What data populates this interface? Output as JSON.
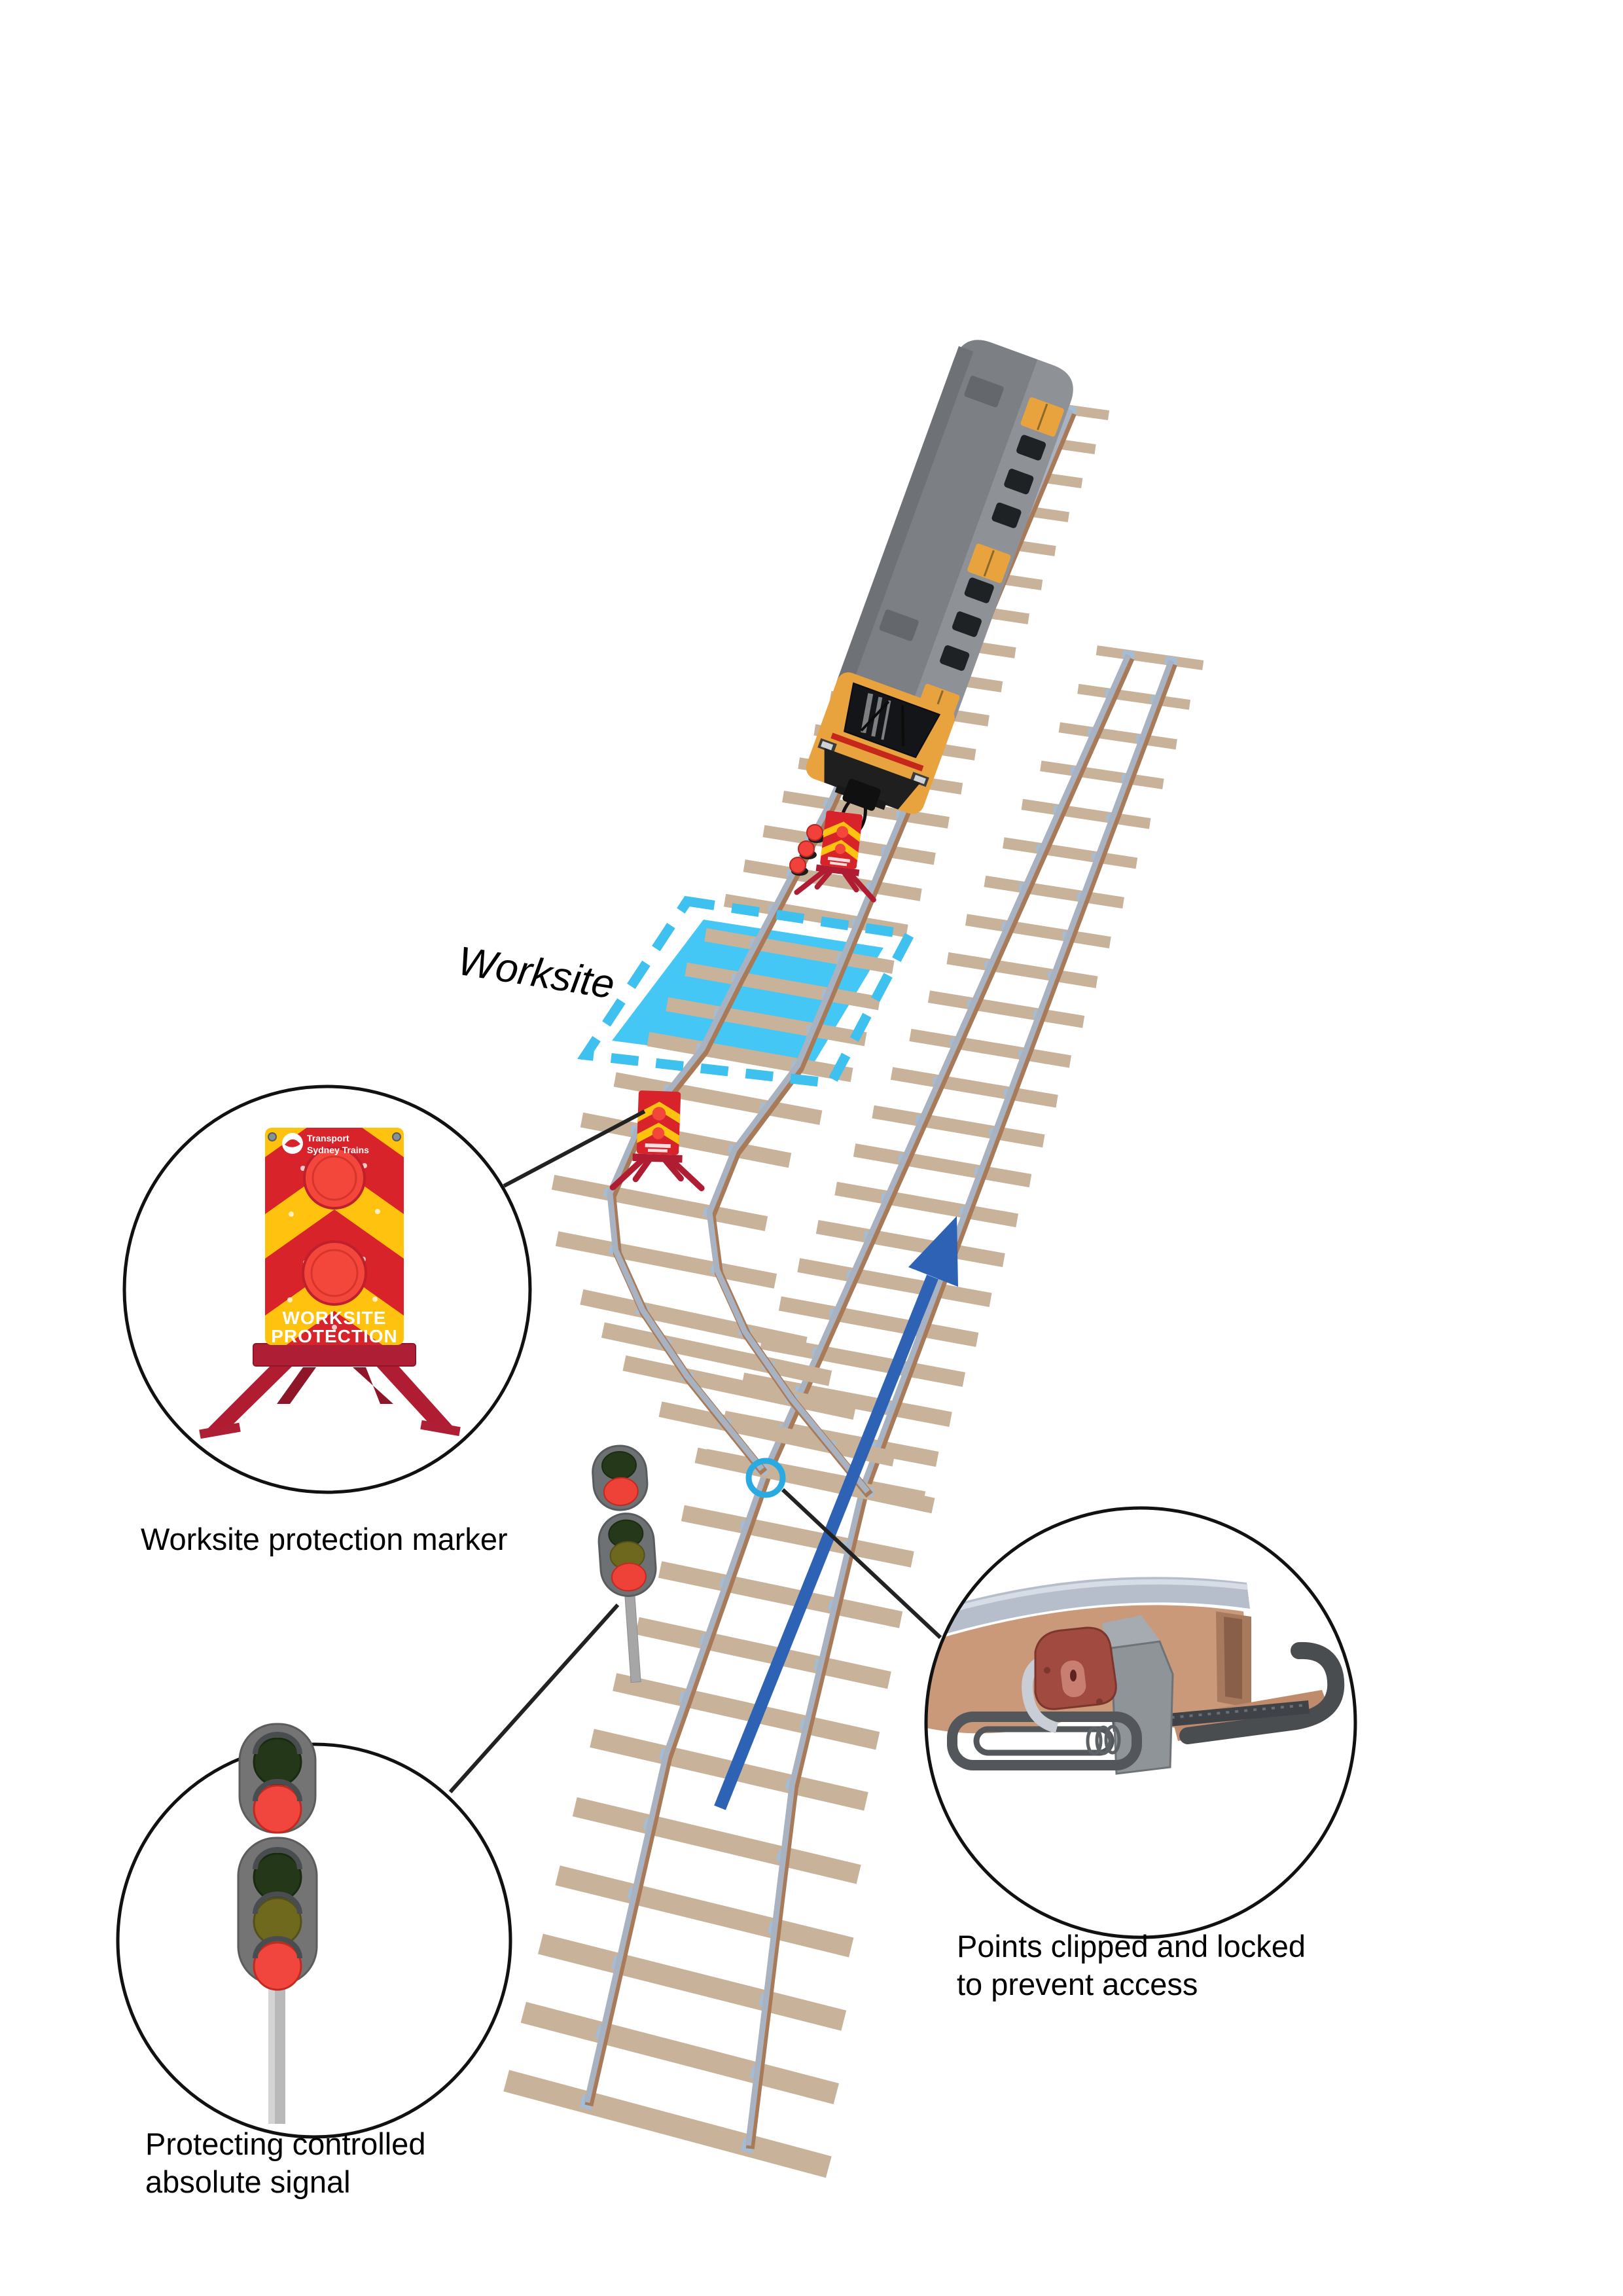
{
  "scene": {
    "worksite_label": "Worksite",
    "insets": {
      "marker": {
        "caption": "Worksite protection marker"
      },
      "signal": {
        "line1": "Protecting controlled",
        "line2": "absolute signal"
      },
      "points": {
        "line1": "Points clipped and locked",
        "line2": "to prevent access"
      }
    },
    "marker_sign": {
      "line1": "WORKSITE",
      "line2": "PROTECTION",
      "logo_line1": "Transport",
      "logo_line2": "Sydney Trains"
    }
  },
  "palette": {
    "worksite_fill": "#45c7f5",
    "worksite_dash": "#3fc1ef",
    "arrow_blue": "#2e62b4",
    "points_ring_blue": "#29abe2",
    "marker_red": "#d8232a",
    "marker_crimson": "#ae1e35",
    "marker_yellow": "#ffc20e",
    "lamp_red": "#f4473c",
    "signal_red": "#ee4238",
    "signal_green_off": "#25381a",
    "signal_yellow_off": "#6e681e",
    "signal_grey": "#6e7173",
    "train_yellow": "#e8a33f",
    "train_grey": "#8e9296",
    "sleeper": "#c9b29a",
    "rail_brown": "#a87a58",
    "rail_grey": "#a9b2c1",
    "chair_blue": "#a3bdd6",
    "callout_black": "#222222"
  }
}
